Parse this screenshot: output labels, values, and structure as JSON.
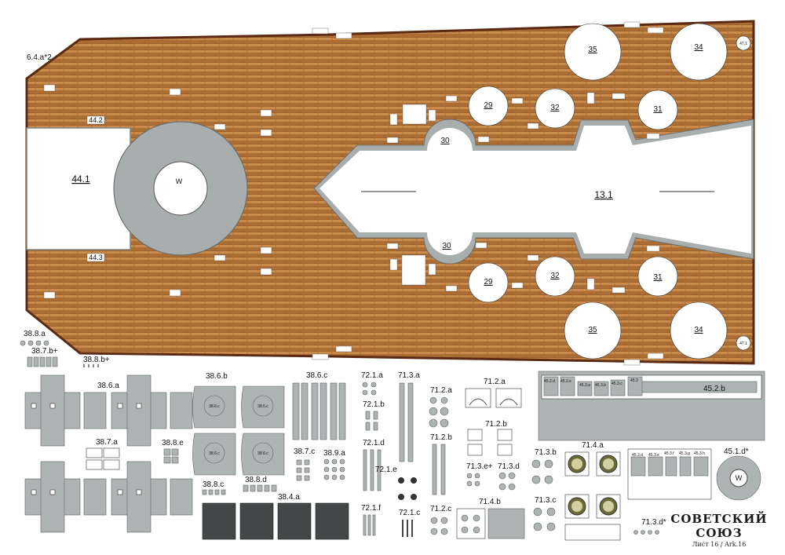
{
  "deck": {
    "label_side": "6.4.a*2",
    "label_forward_well": "44.1",
    "label_center_well": "13.1",
    "label_turret": "W",
    "labels": {
      "g35a": "35",
      "g34a": "34",
      "g29a": "29",
      "g32a": "32",
      "g31a": "31",
      "g30a": "30",
      "g35b": "35",
      "g34b": "34",
      "g29b": "29",
      "g32b": "32",
      "g31b": "31",
      "g30b": "30",
      "p471a": "47.1",
      "p471b": "47.1",
      "p442": "44.2",
      "p443": "44.3"
    }
  },
  "parts": {
    "l388a": "38.8.a",
    "l387b": "38.7.b+",
    "l388b": "38.8.b+",
    "l386a": "38.6.a",
    "l387a": "38.7.a",
    "l388e": "38.8.e",
    "l386b": "38.6.b",
    "l386c": "38.6.c",
    "l387c": "38.7.c",
    "l389a": "38.9.a",
    "l388c": "38.8.c",
    "l388d": "38.8.d",
    "l384a": "38.4.a",
    "l721a": "72.1.a",
    "l713a": "71.3.a",
    "l721b": "72.1.b",
    "l721d": "72.1.d",
    "l721e": "72.1.e",
    "l721f": "72.1.f",
    "l721c": "72.1.c",
    "l712a": "71.2.a",
    "l712c": "71.2.c",
    "l712b": "71.2.b",
    "l722a": "71.2.a",
    "l722b": "71.2.b",
    "l713e": "71.3.e+",
    "l713d": "71.3.d",
    "l714b": "71.4.b",
    "l713b": "71.3.b",
    "l714a": "71.4.a",
    "l713c": "71.3.c",
    "l713dstar": "71.3.d*",
    "l451d": "45.1.d*",
    "l452b": "45.2.b",
    "l452d": "45.2.d",
    "l452e": "45.2.e",
    "l453a": "45.3.a",
    "l453b": "45.3.b",
    "l453c": "45.3.c",
    "l453": "45.3",
    "l453d": "45.3.d",
    "l453e": "45.3.e",
    "l453f": "45.3.f",
    "l453g": "45.3.g",
    "l453h": "45.3.h",
    "cap_a": "38.6.c",
    "cap_b": "38.6.c",
    "cap_c": "38.6.c",
    "cap_d": "38.6.c"
  },
  "title": {
    "main": "СОВЕТСКИЙ СОЮЗ",
    "sub": "Лист 16 / Ark.16"
  },
  "colors": {
    "deck_wood": "#b9783a",
    "deck_gray": "#a8adad",
    "hull_outline": "#5a2a14"
  }
}
